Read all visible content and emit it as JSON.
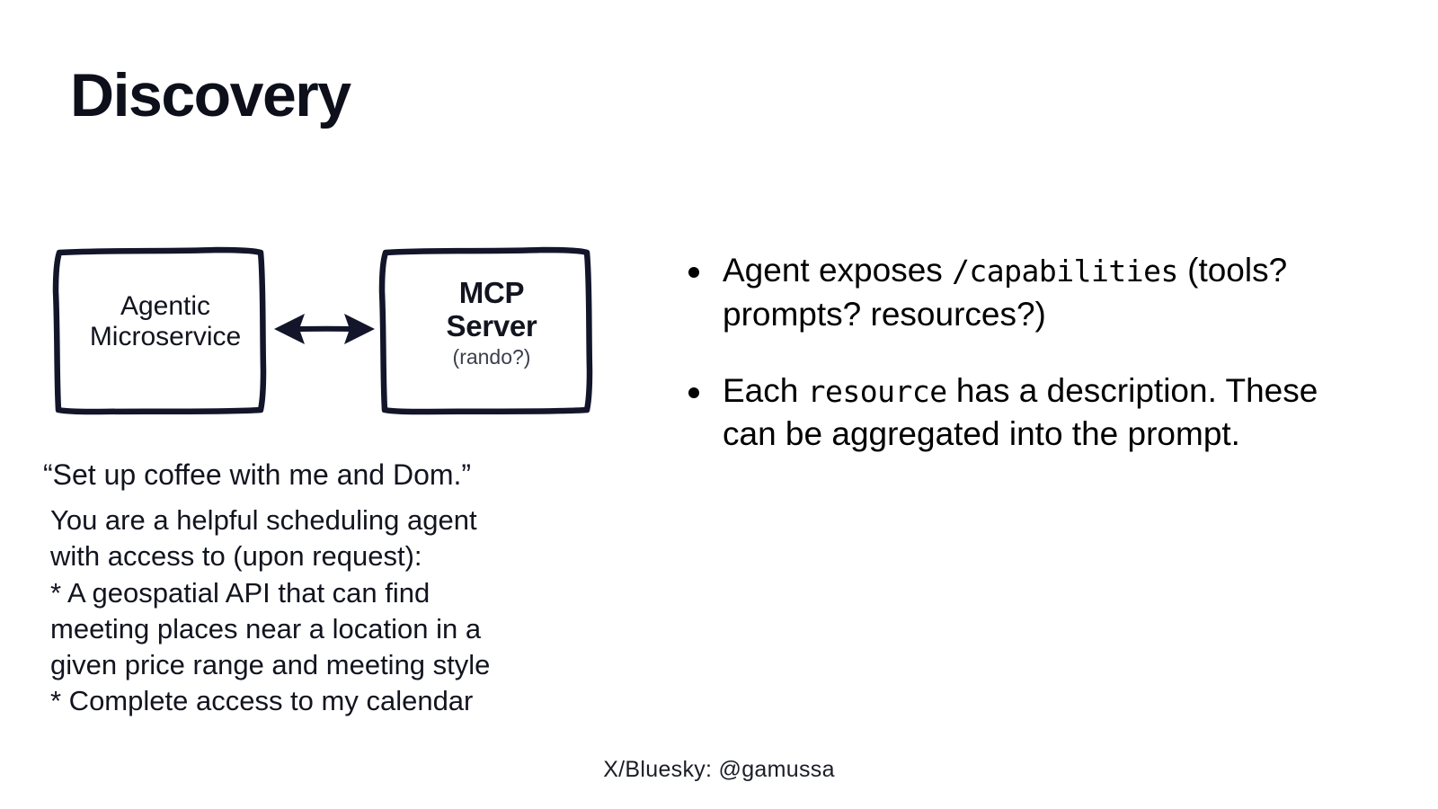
{
  "slide": {
    "title": "Discovery",
    "background_color": "#ffffff",
    "ink_color": "#12141f"
  },
  "diagram": {
    "left_node": {
      "label": "Agentic\nMicroservice"
    },
    "right_node": {
      "label": "MCP\nServer",
      "sublabel": "(rando?)"
    },
    "connector": {
      "kind": "double-headed-arrow",
      "color": "#12141f"
    }
  },
  "left_column": {
    "quote": "“Set up coffee with me and Dom.”",
    "prompt": "You are a helpful scheduling agent\nwith access to (upon request):\n* A geospatial API that can find\nmeeting places near a location in a\ngiven price range and meeting style\n* Complete access to my calendar"
  },
  "bullets": [
    {
      "pre": "Agent exposes ",
      "code": "/capabilities",
      "post": " (tools? prompts? resources?)"
    },
    {
      "pre": "Each ",
      "code": "resource",
      "post": " has a description. These can be aggregated into the prompt."
    }
  ],
  "footer": {
    "handle": "X/Bluesky: @gamussa"
  }
}
